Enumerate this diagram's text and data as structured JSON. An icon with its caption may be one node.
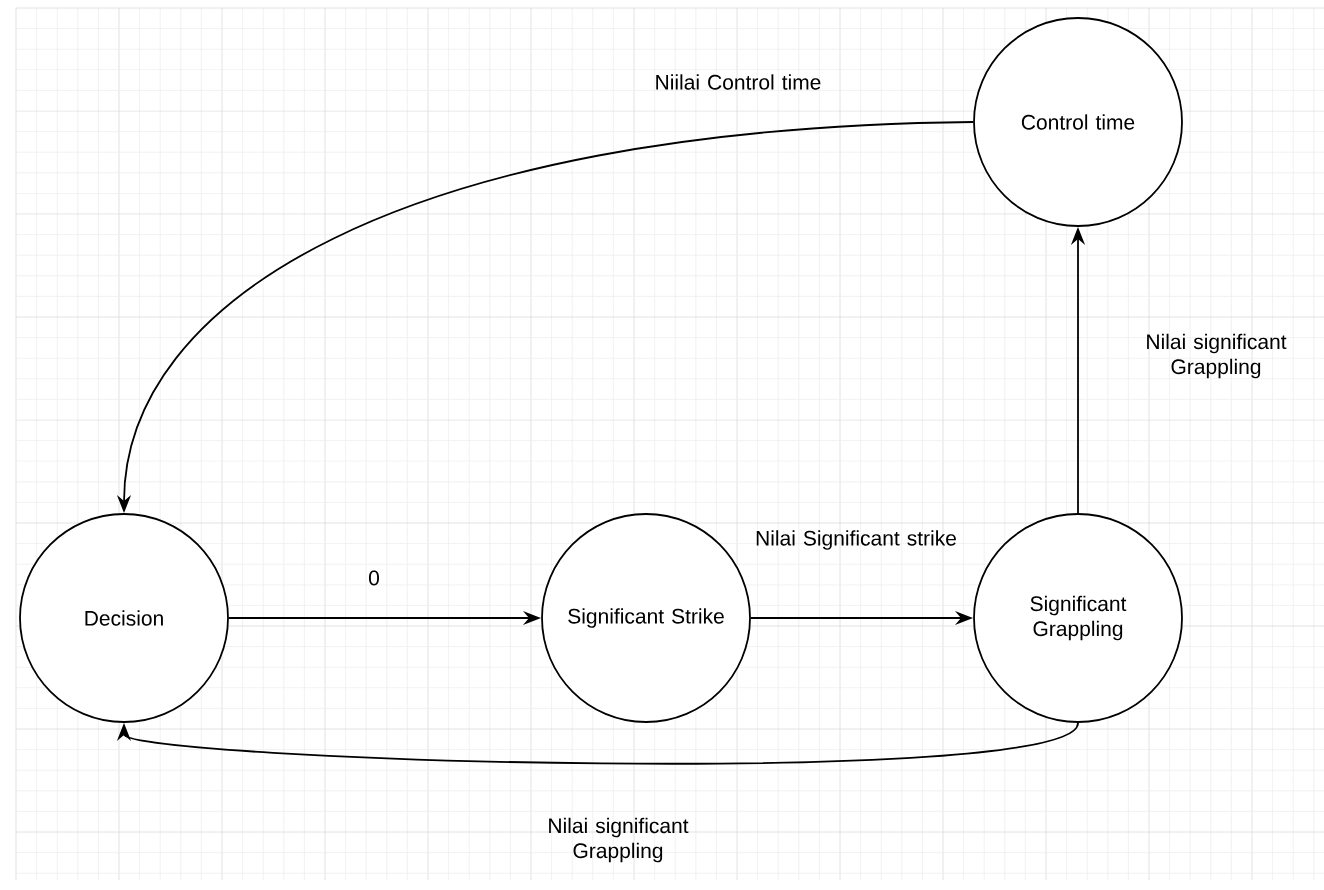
{
  "diagram": {
    "nodes": [
      {
        "text": [
          "Decision"
        ]
      },
      {
        "text": [
          "Significant Strike"
        ]
      },
      {
        "text": [
          "Significant Grappling"
        ]
      },
      {
        "text": [
          "Control time"
        ]
      }
    ],
    "edges": [
      {
        "from": 0,
        "to": 1,
        "arrow": "to",
        "label": "0"
      },
      {
        "from": 1,
        "to": 2,
        "arrow": "to",
        "label": "Nilai Significant strike"
      },
      {
        "from": 2,
        "to": 3,
        "arrow": "to",
        "label": "Nilai significant Grappling"
      },
      {
        "from": 3,
        "to": 0,
        "arrow": "to",
        "label": "Niilai Control time"
      },
      {
        "from": 2,
        "to": 0,
        "arrow": "to",
        "label": "Nilai significant Grappling"
      }
    ]
  }
}
